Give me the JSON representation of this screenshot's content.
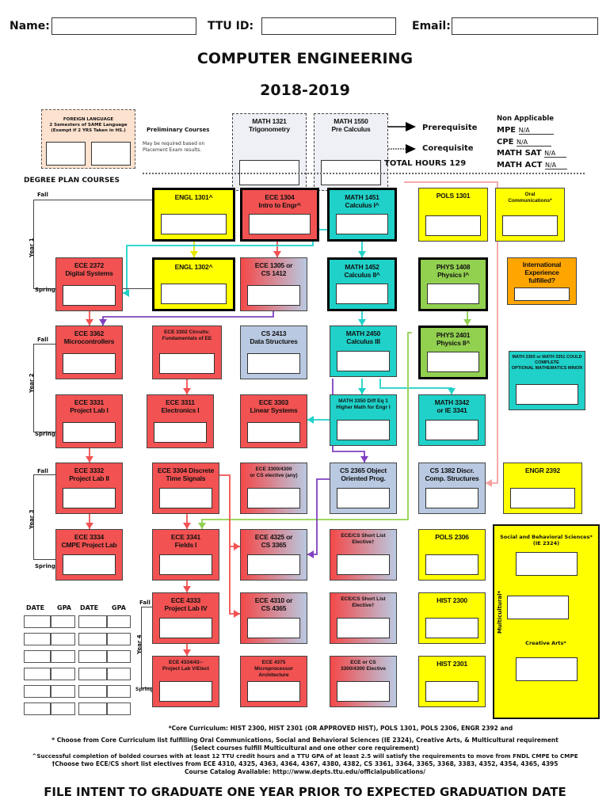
{
  "header": {
    "name_label": "Name:",
    "ttu_id_label": "TTU ID:",
    "email_label": "Email:",
    "name_value": "",
    "ttu_id_value": "",
    "email_value": ""
  },
  "title": "COMPUTER ENGINEERING",
  "year_range": "2018-2019",
  "foreign_language": {
    "line1": "FOREIGN LANGUAGE",
    "line2": "2 Semesters of SAME Language",
    "line3": "(Exempt if 2 YRS Taken in HS.)"
  },
  "preliminary": {
    "title": "Preliminary Courses",
    "note1": "May be required based on",
    "note2": "Placement Exam results."
  },
  "prelim_courses": [
    {
      "code": "MATH 1321",
      "title": "Trigonometry"
    },
    {
      "code": "MATH 1550",
      "title": "Pre Calculus"
    }
  ],
  "legend": {
    "prerequisite": "Prerequisite",
    "corequisite": "Corequisite",
    "total_hours": "TOTAL HOURS 129"
  },
  "non_applicable": {
    "title": "Non Applicable",
    "items": [
      {
        "label": "MPE",
        "value": "N/A"
      },
      {
        "label": "CPE",
        "value": "N/A"
      },
      {
        "label": "MATH SAT",
        "value": "N/A"
      },
      {
        "label": "MATH ACT",
        "value": "N/A"
      }
    ]
  },
  "degree_plan_heading": "DEGREE PLAN COURSES",
  "semesters": {
    "fall": "Fall",
    "spring": "Spring"
  },
  "years": [
    "Year 1",
    "Year 2",
    "Year 3",
    "Year 4"
  ],
  "colors": {
    "ece": "#f25252",
    "core": "#ffff00",
    "math": "#1fd1c8",
    "physics": "#92d050",
    "cs": "#b9c9e1",
    "international": "#ffa500"
  },
  "courses": [
    {
      "code": "ENGL 1301^",
      "title": "",
      "color": "#ffff00"
    },
    {
      "code": "ECE 1304",
      "title": "Intro to Engr^",
      "color": "#f25252"
    },
    {
      "code": "MATH 1451",
      "title": "Calculus I^",
      "color": "#1fd1c8"
    },
    {
      "code": "POLS 1301",
      "title": "",
      "color": "#ffff00"
    },
    {
      "code": "Oral",
      "title": "Communications*",
      "color": "#ffff00"
    },
    {
      "code": "ECE 2372",
      "title": "Digital Systems",
      "color": "#f25252"
    },
    {
      "code": "ENGL 1302^",
      "title": "",
      "color": "#ffff00"
    },
    {
      "code": "ECE 1305 or",
      "title": "CS 1412",
      "color": "gradient"
    },
    {
      "code": "MATH 1452",
      "title": "Calculus II^",
      "color": "#1fd1c8"
    },
    {
      "code": "PHYS 1408",
      "title": "Physics I^",
      "color": "#92d050"
    },
    {
      "code": "International Experience",
      "title": "fulfilled?",
      "color": "#ffa500"
    },
    {
      "code": "ECE 3362",
      "title": "Microcontrollers",
      "color": "#f25252"
    },
    {
      "code": "ECE 3302 Circuits:",
      "title": "Fundamentals of EE",
      "color": "#f25252"
    },
    {
      "code": "CS 2413",
      "title": "Data Structures",
      "color": "#b9c9e1"
    },
    {
      "code": "MATH 2450",
      "title": "Calculus III",
      "color": "#1fd1c8"
    },
    {
      "code": "PHYS 2401",
      "title": "Physics II^",
      "color": "#92d050"
    },
    {
      "code": "MATH 2360 or MATH 3351 COULD COMPLETE",
      "title": "OPTIONAL MATHEMATICS MINOR",
      "color": "#1fd1c8"
    },
    {
      "code": "ECE 3331",
      "title": "Project Lab I",
      "color": "#f25252"
    },
    {
      "code": "ECE 3311",
      "title": "Electronics I",
      "color": "#f25252"
    },
    {
      "code": "ECE 3303",
      "title": "Linear Systems",
      "color": "#f25252"
    },
    {
      "code": "MATH 3350 Diff Eq 1",
      "title": "Higher Math for Engr I",
      "color": "#1fd1c8"
    },
    {
      "code": "MATH 3342",
      "title": "or IE 3341",
      "color": "#1fd1c8"
    },
    {
      "code": "ECE 3332",
      "title": "Project Lab II",
      "color": "#f25252"
    },
    {
      "code": "ECE 3304 Discrete",
      "title": "Time Signals",
      "color": "#f25252"
    },
    {
      "code": "ECE 3300/4300",
      "title": "or CS elective (any)",
      "color": "gradient"
    },
    {
      "code": "CS 2365 Object",
      "title": "Oriented Prog.",
      "color": "#b9c9e1"
    },
    {
      "code": "CS 1382 Discr.",
      "title": "Comp. Structures",
      "color": "#b9c9e1"
    },
    {
      "code": "ENGR 2392",
      "title": "",
      "color": "#ffff00"
    },
    {
      "code": "ECE 3334",
      "title": "CMPE Project Lab",
      "color": "#f25252"
    },
    {
      "code": "ECE 3341",
      "title": "Fields I",
      "color": "#f25252"
    },
    {
      "code": "ECE 4325 or",
      "title": "CS 3365",
      "color": "gradient"
    },
    {
      "code": "ECE/CS Short List",
      "title": "Elective†",
      "color": "gradient"
    },
    {
      "code": "POLS 2306",
      "title": "",
      "color": "#ffff00"
    },
    {
      "code": "ECE 4333",
      "title": "Project Lab IV",
      "color": "#f25252"
    },
    {
      "code": "ECE 4310 or",
      "title": "CS 4365",
      "color": "gradient"
    },
    {
      "code": "ECE/CS Short List",
      "title": "Elective†",
      "color": "gradient"
    },
    {
      "code": "HIST 2300",
      "title": "",
      "color": "#ffff00"
    },
    {
      "code": "ECE 4334/43--",
      "title": "Project Lab V/Elect",
      "color": "#f25252"
    },
    {
      "code": "ECE 4375",
      "title": "Microprocessor Architecture",
      "color": "#f25252"
    },
    {
      "code": "ECE or CS",
      "title": "3300/4300 Elective",
      "color": "gradient"
    },
    {
      "code": "HIST 2301",
      "title": "",
      "color": "#ffff00"
    }
  ],
  "core_box": {
    "social": "Social and Behavioral Sciences*",
    "social_sub": "(IE 2324)",
    "multicultural": "Multicultural*",
    "creative": "Creative Arts*"
  },
  "gpa_table": {
    "headers": [
      "DATE",
      "GPA",
      "DATE",
      "GPA"
    ]
  },
  "footer": {
    "line1": "*Core Curriculum: HIST 2300, HIST 2301 (OR APPROVED HIST), POLS 1301, POLS 2306, ENGR 2392 and",
    "line2": "* Choose from Core Curriculum list fulfilling Oral Communications, Social and Behavioral Sciences (IE 2324), Creative Arts, & Multicultural requirement",
    "line3": "(Select courses fulfill Multicultural and one other core requirement)",
    "line4": "^Successful completion of bolded courses with at least 12 TTU credit hours and a TTU GPA of at least 2.5 will satisfy the requirements to move from FNDL CMPE to CMPE",
    "line5": "†Choose two ECE/CS short list electives from ECE 4310, 4325, 4363, 4364, 4367, 4380, 4382, CS 3361, 3364, 3365, 3368, 3383, 4352, 4354, 4365, 4395",
    "line6": "Course Catalog Available: http://www.depts.ttu.edu/officialpublications/",
    "notice": "FILE INTENT TO GRADUATE ONE YEAR PRIOR TO EXPECTED GRADUATION DATE"
  }
}
